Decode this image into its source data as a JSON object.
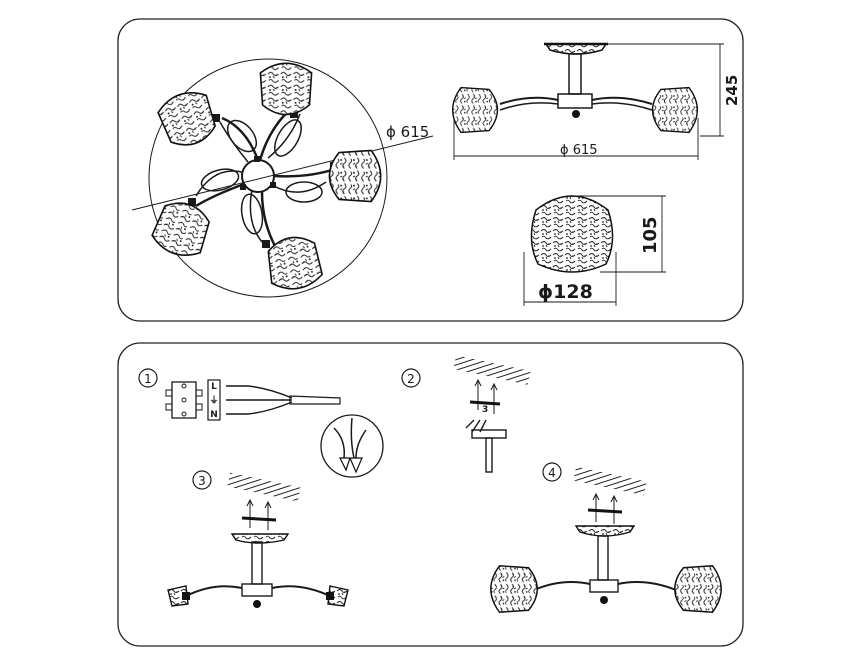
{
  "dimensions": {
    "top_view_diameter": "ϕ 615",
    "side_view_width": "ϕ 615",
    "side_view_height": "245",
    "shade_height": "105",
    "shade_diameter": "ϕ128"
  },
  "steps": {
    "step1": "①",
    "step2": "②",
    "step3": "③",
    "step4": "④"
  },
  "terminal_labels": {
    "live": "L",
    "earth": "⏚",
    "neutral": "N"
  },
  "icons": {
    "shade": "glass-shade-icon",
    "ceiling": "ceiling-hatch-icon",
    "wire": "wire-connector-icon"
  }
}
